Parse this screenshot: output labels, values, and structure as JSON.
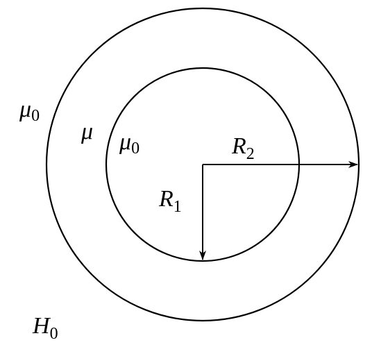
{
  "diagram": {
    "line_color": "#000000",
    "background": "#ffffff",
    "labels": {
      "outer_medium": {
        "base": "μ",
        "sub": "0"
      },
      "shell_medium": {
        "base": "μ",
        "sub": ""
      },
      "inner_medium": {
        "base": "μ",
        "sub": "0"
      },
      "inner_radius": {
        "base": "R",
        "sub": "1"
      },
      "outer_radius": {
        "base": "R",
        "sub": "2"
      },
      "applied_field": {
        "base": "H",
        "sub": "0"
      }
    }
  }
}
